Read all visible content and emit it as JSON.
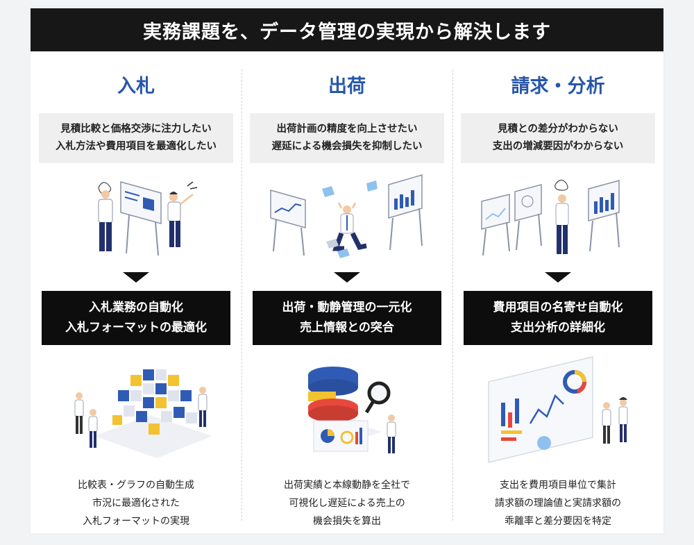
{
  "header": {
    "title": "実務課題を、データ管理の実現から解決します"
  },
  "columns": [
    {
      "title": "入札",
      "issues": [
        "見積比較と価格交渉に注力したい",
        "入札方法や費用項目を最適化したい"
      ],
      "solution": [
        "入札業務の自動化",
        "入札フォーマットの最適化"
      ],
      "results": [
        "比較表・グラフの自動生成",
        "市況に最適化された",
        "入札フォーマットの実現"
      ]
    },
    {
      "title": "出荷",
      "issues": [
        "出荷計画の精度を向上させたい",
        "遅延による機会損失を抑制したい"
      ],
      "solution": [
        "出荷・動静管理の一元化",
        "売上情報との突合"
      ],
      "results": [
        "出荷実績と本線動静を全社で",
        "可視化し遅延による売上の",
        "機会損失を算出"
      ]
    },
    {
      "title": "請求・分析",
      "issues": [
        "見積との差分がわからない",
        "支出の増減要因がわからない"
      ],
      "solution": [
        "費用項目の名寄せ自動化",
        "支出分析の詳細化"
      ],
      "results": [
        "支出を費用項目単位で集計",
        "請求額の理論値と実請求額の",
        "乖離率と差分要因を特定"
      ]
    }
  ],
  "colors": {
    "header_bg": "#171717",
    "title_blue": "#2756a8",
    "issue_bg": "#efefef",
    "solution_bg": "#0d0d0d",
    "accent_yellow": "#f2c230",
    "accent_red": "#e8473b",
    "accent_blue": "#2f5bb5"
  }
}
